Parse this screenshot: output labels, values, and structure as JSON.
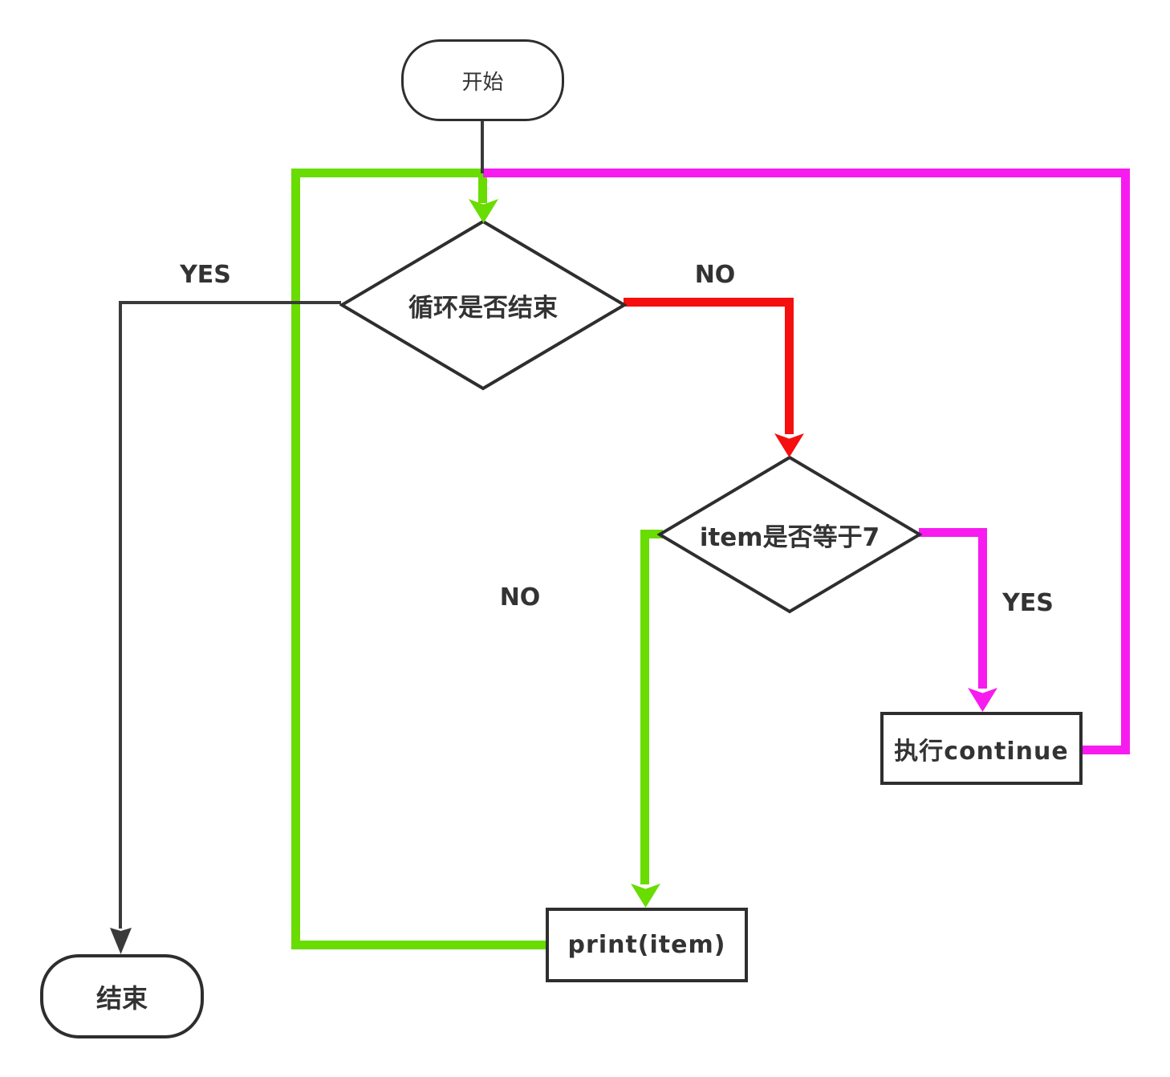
{
  "flowchart": {
    "nodes": {
      "start": {
        "label": "开始",
        "type": "terminator"
      },
      "loop_done": {
        "label": "循环是否结束",
        "type": "decision"
      },
      "item_eq7": {
        "label": "item是否等于7",
        "type": "decision"
      },
      "do_continue": {
        "label": "执行continue",
        "type": "process"
      },
      "print_item": {
        "label": "print(item)",
        "type": "process"
      },
      "end": {
        "label": "结束",
        "type": "terminator"
      }
    },
    "edge_labels": {
      "loop_yes": "YES",
      "loop_no": "NO",
      "item_no": "NO",
      "item_yes": "YES"
    },
    "colors": {
      "green": "#69DC02",
      "magenta": "#F71BF0",
      "red": "#F50F0F",
      "black": "#3a3a3a",
      "border": "#2e2e2e",
      "text": "#333333"
    }
  }
}
